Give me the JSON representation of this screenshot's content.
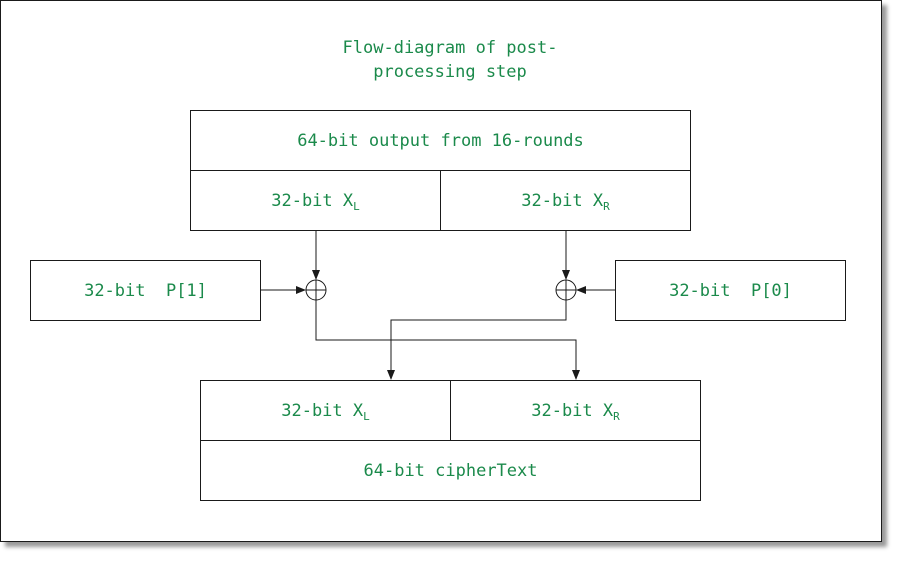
{
  "title": {
    "line1": "Flow-diagram of post-",
    "line2": "processing step"
  },
  "top_block": {
    "output_label": "64-bit output from 16-rounds",
    "left_prefix": "32-bit X",
    "left_sub": "L",
    "right_prefix": "32-bit X",
    "right_sub": "R"
  },
  "p_boxes": {
    "left_label": "32-bit  P[1]",
    "right_label": "32-bit  P[0]"
  },
  "bottom_block": {
    "left_prefix": "32-bit X",
    "left_sub": "L",
    "right_prefix": "32-bit X",
    "right_sub": "R",
    "output_label": "64-bit cipherText"
  },
  "colors": {
    "text": "#1b8a4b",
    "lines": "#1a1a1a"
  }
}
